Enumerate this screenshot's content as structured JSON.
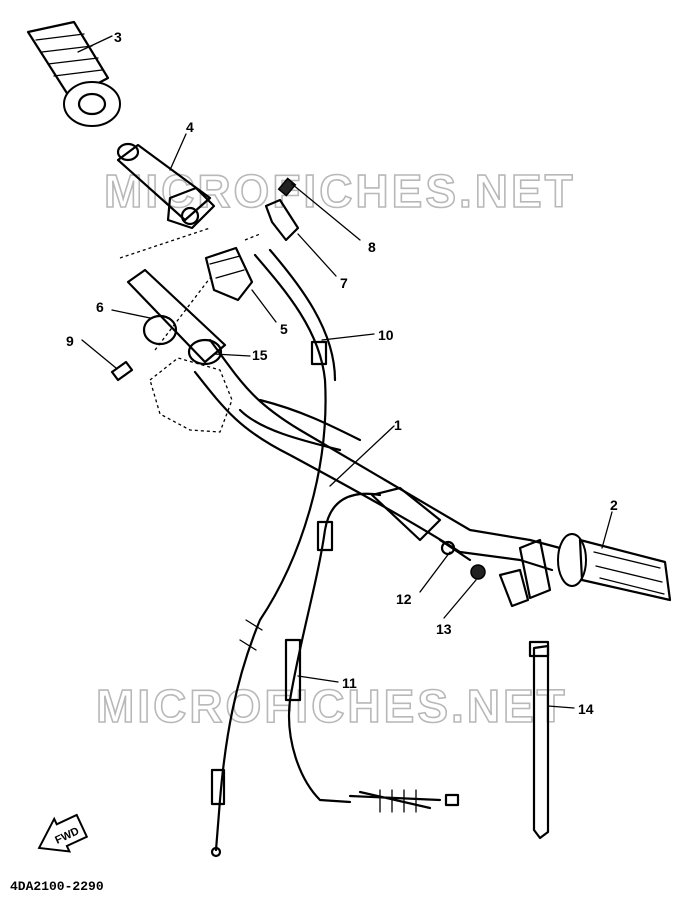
{
  "watermark": "MICROFICHES.NET",
  "diagram_code": "4DA2100-2290",
  "fwd_label": "FWD",
  "callouts": {
    "c1": "1",
    "c2": "2",
    "c3": "3",
    "c4": "4",
    "c5": "5",
    "c6": "6",
    "c7": "7",
    "c8": "8",
    "c9": "9",
    "c10": "10",
    "c11": "11",
    "c12": "12",
    "c13": "13",
    "c14": "14",
    "c15": "15"
  }
}
